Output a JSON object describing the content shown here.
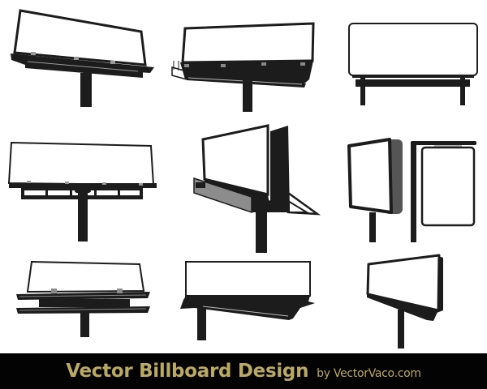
{
  "banner": {
    "title": "Vector Billboard Design",
    "byline": "by VectorVaco.com",
    "background": "#030303",
    "text_color": "#b9a963"
  },
  "palette": {
    "ink": "#1c1c1c",
    "panel": "#ffffff",
    "gray_accent": "#8c8c8c",
    "light_gray": "#b0b0b0"
  },
  "billboards": [
    {
      "id": 1,
      "style": "perspective-left-catwalk",
      "position": "top-left"
    },
    {
      "id": 2,
      "style": "perspective-right-platform-railing",
      "position": "top-center"
    },
    {
      "id": 3,
      "style": "frontal-rounded-twin-legs",
      "position": "top-right"
    },
    {
      "id": 4,
      "style": "frontal-frame-truss",
      "position": "middle-left"
    },
    {
      "id": 5,
      "style": "angled-3d-gray-walkway",
      "position": "middle-center"
    },
    {
      "id": 6,
      "style": "pole-sign-and-bracket-sign",
      "position": "middle-right"
    },
    {
      "id": 7,
      "style": "double-catwalk",
      "position": "bottom-left"
    },
    {
      "id": 8,
      "style": "low-angle-heavy-base",
      "position": "bottom-center"
    },
    {
      "id": 9,
      "style": "angled-rounded-single-pole",
      "position": "bottom-right"
    }
  ]
}
